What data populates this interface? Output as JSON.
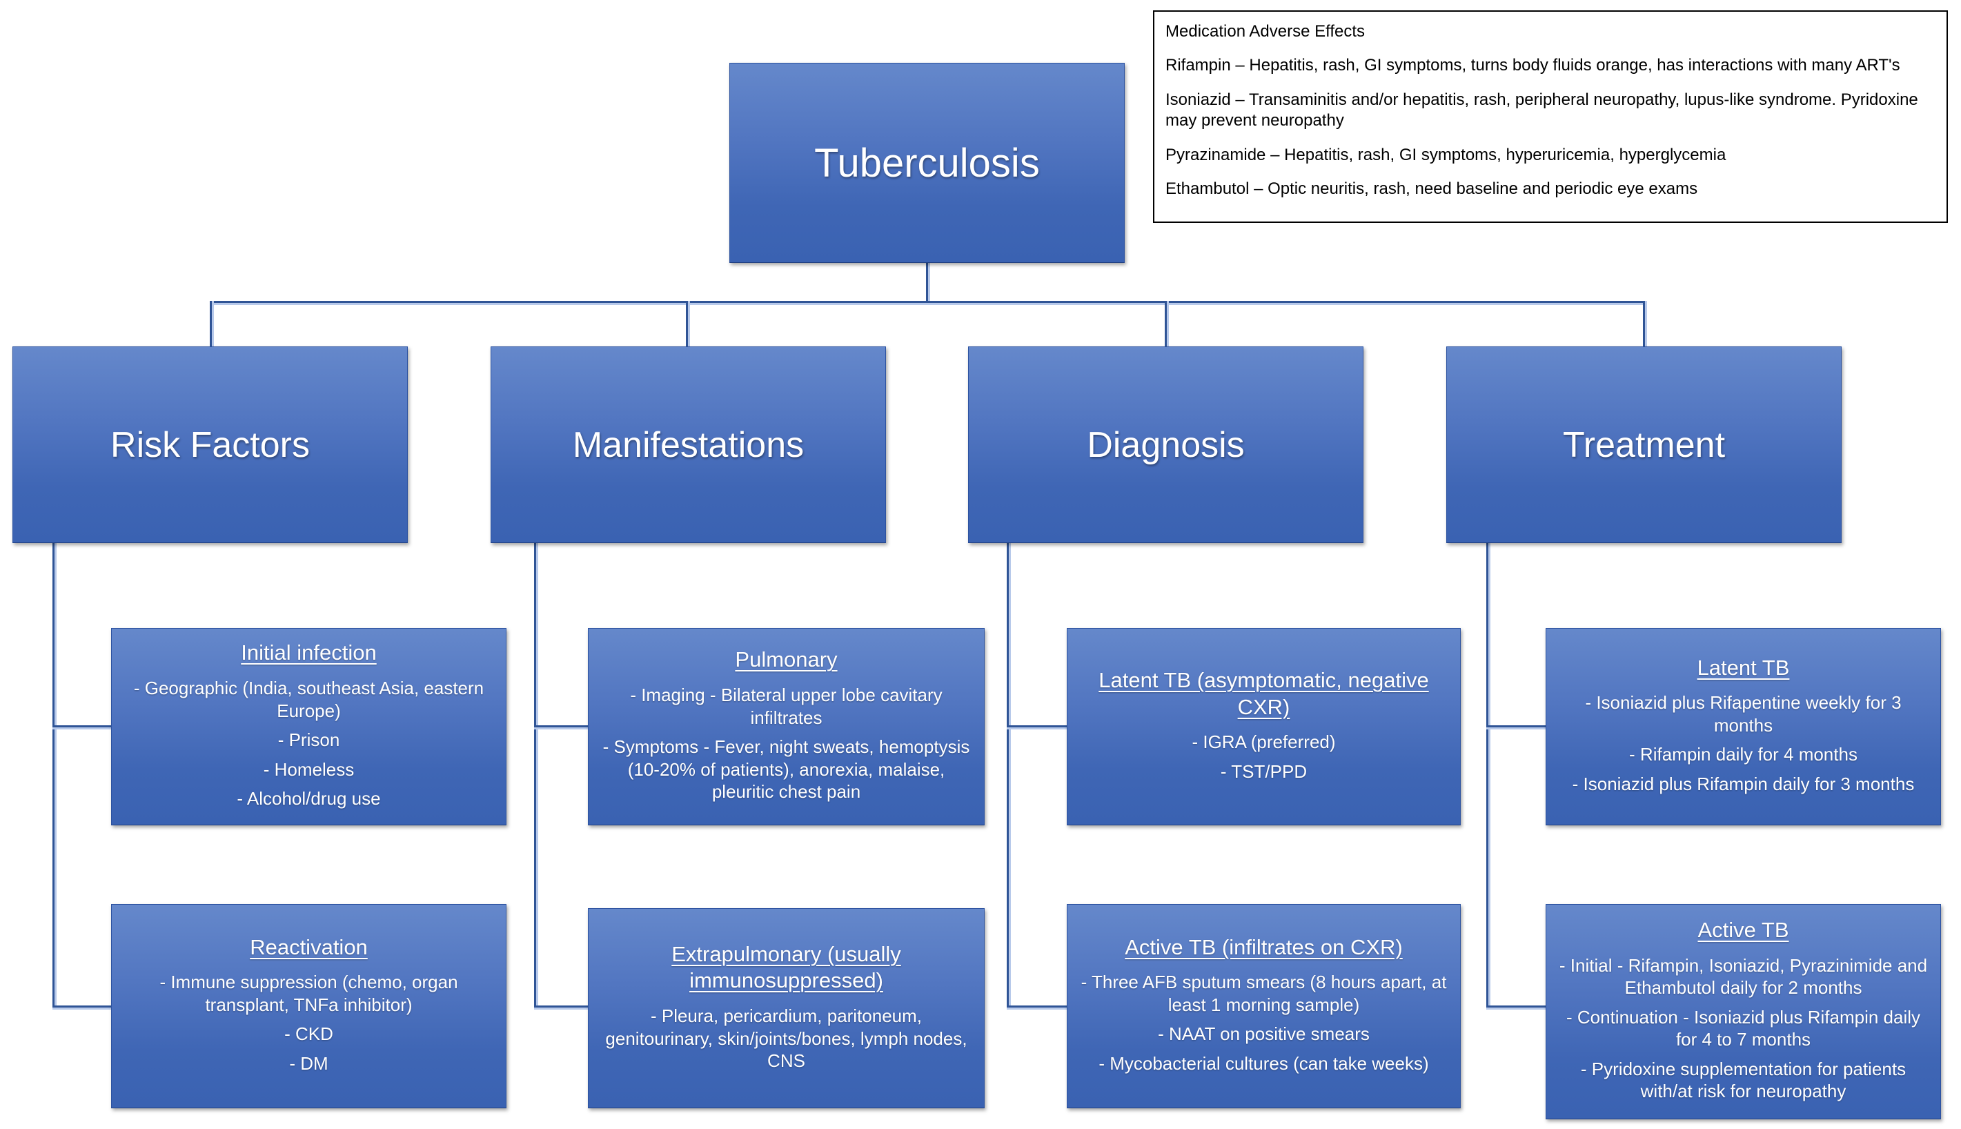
{
  "title": "Tuberculosis",
  "note": {
    "title": "Medication Adverse Effects",
    "lines": [
      "Rifampin – Hepatitis, rash, GI symptoms, turns body fluids orange, has interactions with many ART's",
      "Isoniazid – Transaminitis and/or hepatitis, rash, peripheral neuropathy, lupus-like syndrome. Pyridoxine may prevent neuropathy",
      "Pyrazinamide – Hepatitis, rash, GI symptoms, hyperuricemia, hyperglycemia",
      "Ethambutol – Optic neuritis, rash, need baseline and periodic eye exams"
    ]
  },
  "columns": [
    {
      "header": "Risk Factors",
      "boxes": [
        {
          "heading": "Initial infection",
          "items": [
            "- Geographic (India, southeast Asia, eastern Europe)",
            "- Prison",
            "- Homeless",
            "- Alcohol/drug use"
          ]
        },
        {
          "heading": "Reactivation",
          "items": [
            "- Immune suppression (chemo, organ transplant, TNFa inhibitor)",
            "- CKD",
            "- DM"
          ]
        }
      ]
    },
    {
      "header": "Manifestations",
      "boxes": [
        {
          "heading": "Pulmonary",
          "items": [
            "- Imaging - Bilateral upper lobe cavitary infiltrates",
            "- Symptoms - Fever, night sweats, hemoptysis (10-20% of patients), anorexia, malaise, pleuritic chest pain"
          ]
        },
        {
          "heading": "Extrapulmonary (usually immunosuppressed)",
          "items": [
            "- Pleura, pericardium, paritoneum, genitourinary, skin/joints/bones, lymph nodes, CNS"
          ]
        }
      ]
    },
    {
      "header": "Diagnosis",
      "boxes": [
        {
          "heading": "Latent TB (asymptomatic, negative CXR)",
          "items": [
            "- IGRA (preferred)",
            "- TST/PPD"
          ]
        },
        {
          "heading": "Active TB (infiltrates on CXR)",
          "items": [
            "- Three AFB sputum smears (8 hours apart, at least 1 morning sample)",
            "- NAAT on positive smears",
            "- Mycobacterial cultures (can take weeks)"
          ]
        }
      ]
    },
    {
      "header": "Treatment",
      "boxes": [
        {
          "heading": "Latent TB",
          "items": [
            "- Isoniazid plus Rifapentine weekly for 3 months",
            "- Rifampin daily for 4 months",
            "- Isoniazid plus Rifampin daily for 3 months"
          ]
        },
        {
          "heading": "Active TB",
          "items": [
            "- Initial - Rifampin, Isoniazid, Pyrazinimide and Ethambutol daily for 2 months",
            "- Continuation - Isoniazid plus Rifampin daily for 4 to 7 months",
            "- Pyridoxine supplementation for patients with/at risk for neuropathy"
          ]
        }
      ]
    }
  ],
  "colors": {
    "box_gradient_top": "#6588CB",
    "box_gradient_bottom": "#3A62B2",
    "connector": "#2F5496",
    "connector_shadow": "#B7C9EA",
    "text": "#FFFFFF",
    "note_border": "#000000"
  }
}
